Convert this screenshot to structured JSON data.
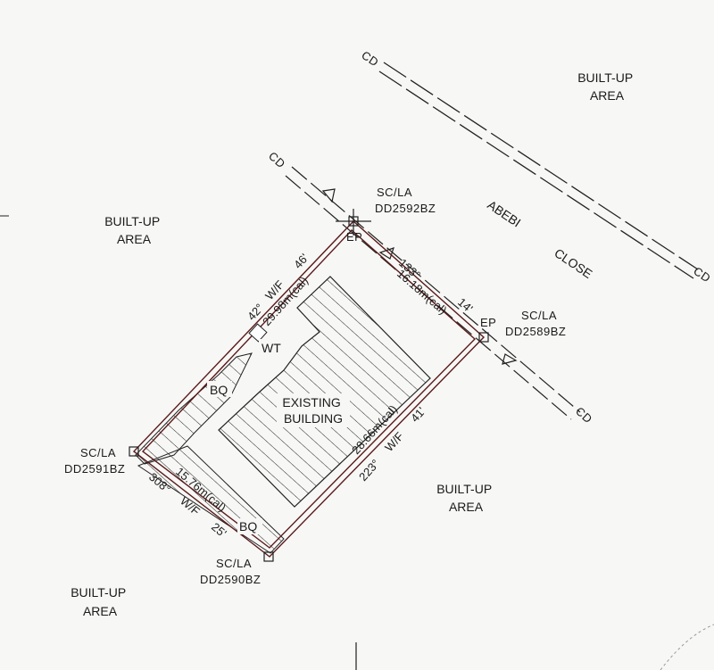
{
  "areas": {
    "builtup_top_right": [
      "BUILT-UP",
      "AREA"
    ],
    "builtup_left": [
      "BUILT-UP",
      "AREA"
    ],
    "builtup_right_mid": [
      "BUILT-UP",
      "AREA"
    ],
    "builtup_bottom_left": [
      "BUILT-UP",
      "AREA"
    ]
  },
  "road": {
    "line1": "ABEBI",
    "line2": "CLOSE",
    "cd_code": "CD"
  },
  "beacons": {
    "top": [
      "SC/LA",
      "DD2592BZ"
    ],
    "right": [
      "SC/LA",
      "DD2589BZ"
    ],
    "left": [
      "SC/LA",
      "DD2591BZ"
    ],
    "bottom": [
      "SC/LA",
      "DD2590BZ"
    ]
  },
  "ep_label": "EP",
  "dimensions": {
    "ne_bearing": "133°",
    "ne_length": "16.18m(cal)",
    "ne_wf": "14'",
    "nw_bearing": "42°",
    "nw_wf": "W/F",
    "nw_length": "29.98m(cal)",
    "nw_minutes": "46'",
    "se_length": "28.66m(cal)",
    "se_bearing": "223°",
    "se_wf": "W/F",
    "se_minutes": "41'",
    "sw_length": "15.76m(cal)",
    "sw_bearing": "308°",
    "sw_wf": "W/F",
    "sw_minutes": "25'"
  },
  "structures": {
    "existing_building": [
      "EXISTING",
      "BUILDING"
    ],
    "bq_upper": "BQ",
    "bq_lower": "BQ",
    "wt": "WT"
  }
}
